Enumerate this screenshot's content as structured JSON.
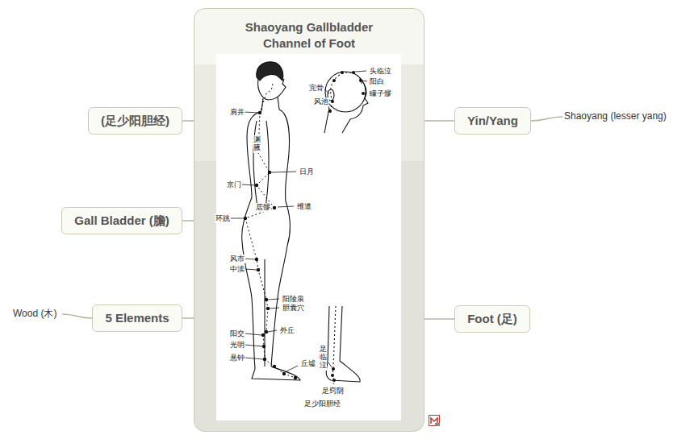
{
  "diagram": {
    "nodes": [
      {
        "text": [
          "Shaoyang Gallbladder Channel of Foot"
        ]
      },
      {
        "text": [
          "(足少阳胆经)"
        ]
      },
      {
        "text": [
          "Yin/Yang"
        ]
      },
      {
        "text": [
          "Shaoyang (lesser yang)"
        ]
      },
      {
        "text": [
          "Gall Bladder (膽)"
        ]
      },
      {
        "text": [
          "Wood (木)"
        ]
      },
      {
        "text": [
          "5 Elements"
        ]
      },
      {
        "text": [
          "Foot (足)"
        ]
      }
    ],
    "edges": [
      {
        "from": 0,
        "to": 1,
        "arrow": "none"
      },
      {
        "from": 0,
        "to": 2,
        "arrow": "none"
      },
      {
        "from": 2,
        "to": 3,
        "arrow": "none"
      },
      {
        "from": 0,
        "to": 4,
        "arrow": "none"
      },
      {
        "from": 6,
        "to": 5,
        "arrow": "none"
      },
      {
        "from": 0,
        "to": 6,
        "arrow": "none"
      },
      {
        "from": 0,
        "to": 7,
        "arrow": "none"
      }
    ],
    "labels": [
      "头临泣",
      "阳白",
      "瞳子髎",
      "完骨",
      "风池",
      "肩井",
      "渊腋",
      "日月",
      "京门",
      "维道",
      "居髎",
      "环跳",
      "风市",
      "中渎",
      "阳陵泉",
      "胆囊穴",
      "外丘",
      "阳交",
      "光明",
      "悬钟",
      "丘墟",
      "足临泣",
      "足窍阴",
      "足少阳胆经"
    ]
  }
}
